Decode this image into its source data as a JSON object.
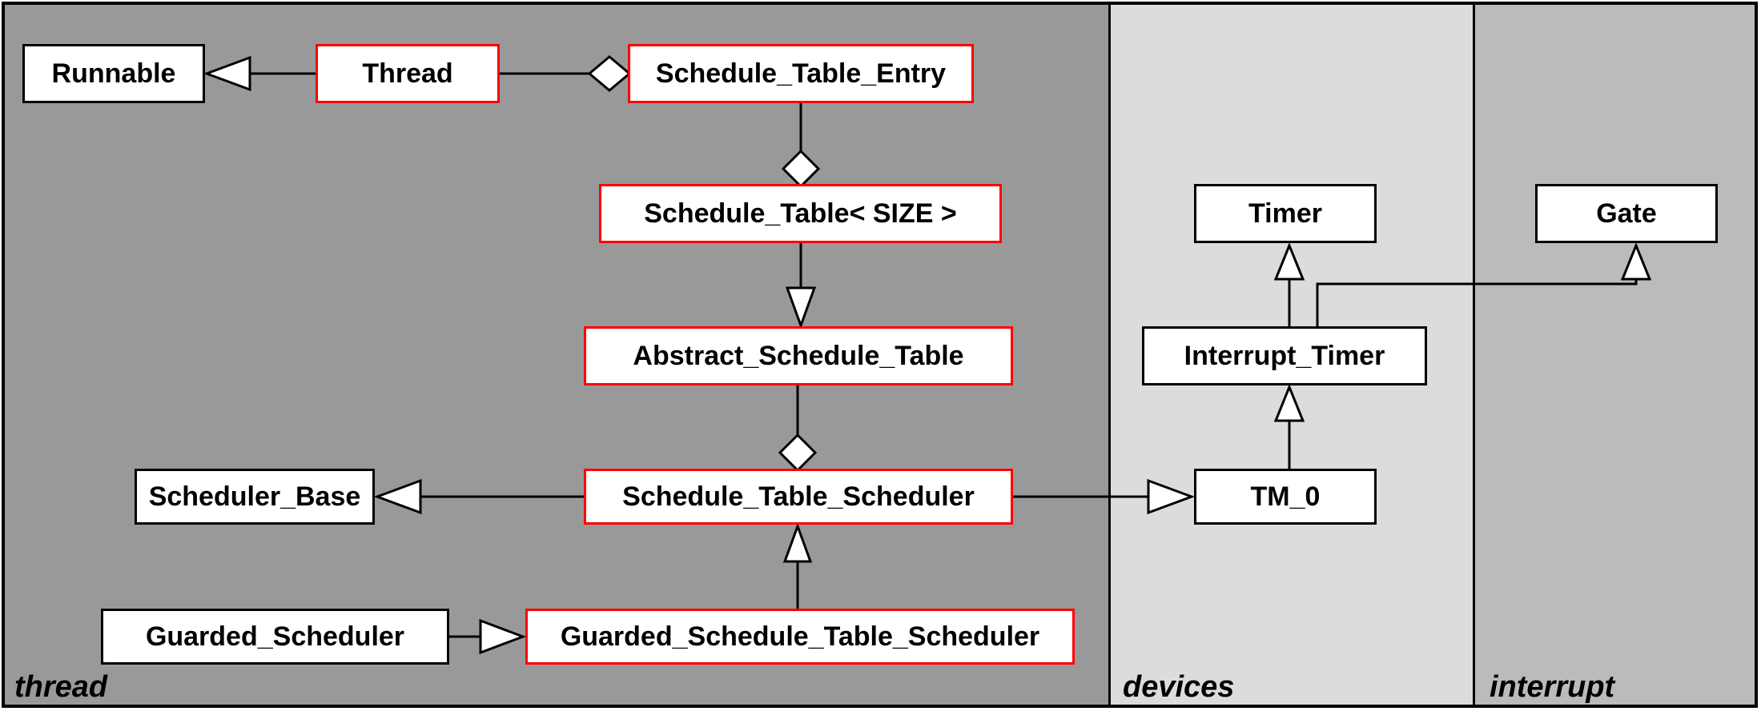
{
  "regions": [
    {
      "id": "thread",
      "label": "thread",
      "color": "#999999"
    },
    {
      "id": "devices",
      "label": "devices",
      "color": "#dcdcdc"
    },
    {
      "id": "interrupt",
      "label": "interrupt",
      "color": "#bbbbbb"
    }
  ],
  "nodes": {
    "runnable": {
      "label": "Runnable",
      "border": "#000000",
      "region": "thread"
    },
    "thread": {
      "label": "Thread",
      "border": "#ff0000",
      "region": "thread"
    },
    "schedule_table_entry": {
      "label": "Schedule_Table_Entry",
      "border": "#ff0000",
      "region": "thread"
    },
    "schedule_table_size": {
      "label": "Schedule_Table< SIZE >",
      "border": "#ff0000",
      "region": "thread"
    },
    "abstract_schedule_table": {
      "label": "Abstract_Schedule_Table",
      "border": "#ff0000",
      "region": "thread"
    },
    "scheduler_base": {
      "label": "Scheduler_Base",
      "border": "#000000",
      "region": "thread"
    },
    "schedule_table_scheduler": {
      "label": "Schedule_Table_Scheduler",
      "border": "#ff0000",
      "region": "thread"
    },
    "guarded_scheduler": {
      "label": "Guarded_Scheduler",
      "border": "#000000",
      "region": "thread"
    },
    "guarded_schedule_table_scheduler": {
      "label": "Guarded_Schedule_Table_Scheduler",
      "border": "#ff0000",
      "region": "thread"
    },
    "timer": {
      "label": "Timer",
      "border": "#000000",
      "region": "devices"
    },
    "interrupt_timer": {
      "label": "Interrupt_Timer",
      "border": "#000000",
      "region": "devices"
    },
    "tm_0": {
      "label": "TM_0",
      "border": "#000000",
      "region": "devices"
    },
    "gate": {
      "label": "Gate",
      "border": "#000000",
      "region": "interrupt"
    }
  },
  "relations": [
    {
      "from": "Thread",
      "to": "Runnable",
      "marker_at_to": "open-triangle"
    },
    {
      "from": "Thread",
      "to": "Schedule_Table_Entry",
      "marker_at_to": "open-diamond"
    },
    {
      "from": "Schedule_Table_Entry",
      "to": "Schedule_Table< SIZE >",
      "marker_at_to": "open-diamond"
    },
    {
      "from": "Schedule_Table< SIZE >",
      "to": "Abstract_Schedule_Table",
      "marker_at_to": "open-triangle"
    },
    {
      "from": "Abstract_Schedule_Table",
      "to": "Schedule_Table_Scheduler",
      "marker_at_to": "open-diamond"
    },
    {
      "from": "Schedule_Table_Scheduler",
      "to": "Scheduler_Base",
      "marker_at_to": "open-triangle"
    },
    {
      "from": "Schedule_Table_Scheduler",
      "to": "TM_0",
      "marker_at_to": "open-triangle"
    },
    {
      "from": "Guarded_Scheduler",
      "to": "Guarded_Schedule_Table_Scheduler",
      "marker_at_to": "open-triangle"
    },
    {
      "from": "Guarded_Schedule_Table_Scheduler",
      "to": "Schedule_Table_Scheduler",
      "marker_at_to": "open-triangle"
    },
    {
      "from": "TM_0",
      "to": "Interrupt_Timer",
      "marker_at_to": "open-triangle"
    },
    {
      "from": "Interrupt_Timer",
      "to": "Timer",
      "marker_at_to": "open-triangle"
    },
    {
      "from": "Interrupt_Timer",
      "to": "Gate",
      "marker_at_to": "open-triangle"
    }
  ],
  "colors": {
    "highlight_border": "#ff0000",
    "node_border": "#000000",
    "node_fill": "#ffffff",
    "edge": "#000000"
  }
}
